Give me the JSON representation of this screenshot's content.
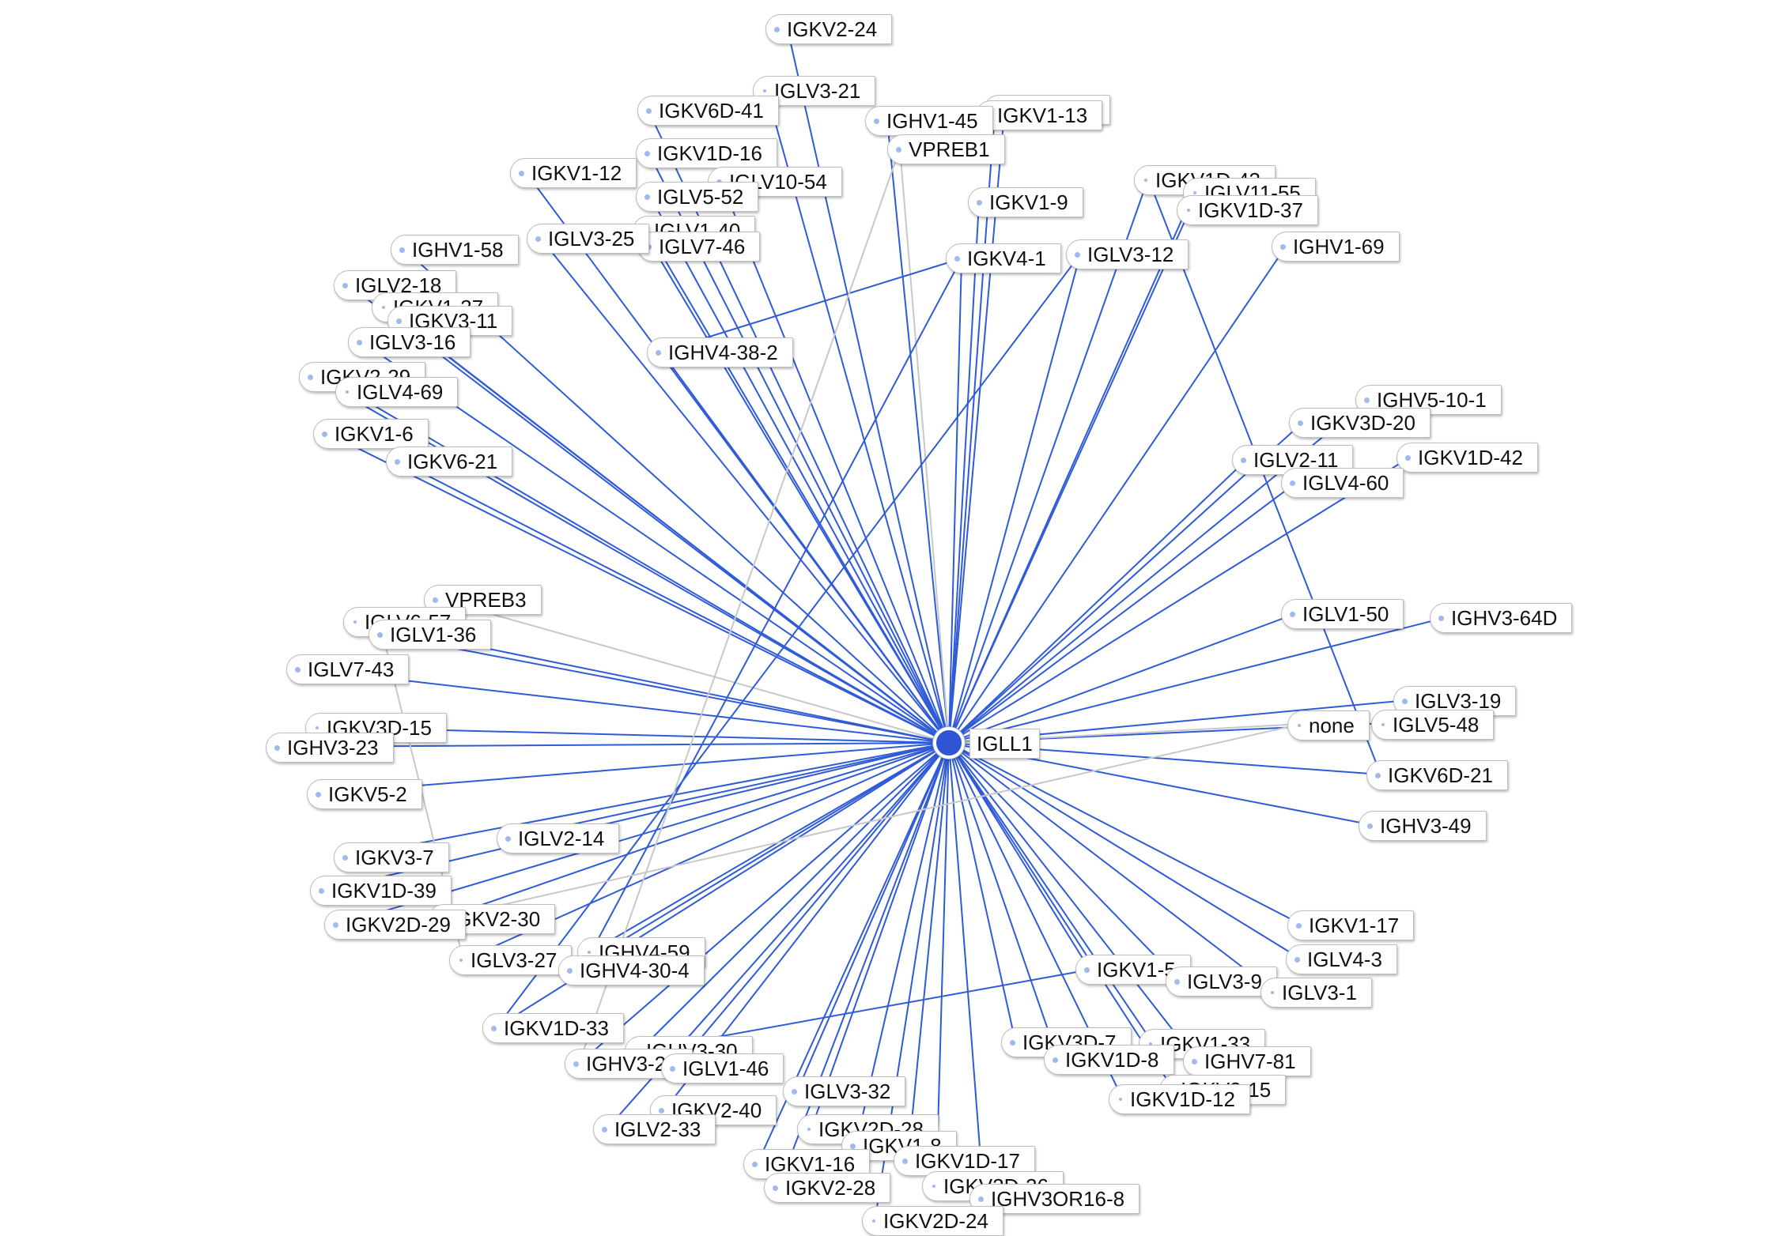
{
  "graph": {
    "hub": {
      "label": "IGLL1"
    },
    "colors": {
      "edge": "#2f5bd6",
      "edge_weak": "#c8c8c8",
      "hub": "#2f55d4",
      "node_dot": "#9fb8ee"
    },
    "nodes": [
      "IGKV2-24",
      "IGLV3-21",
      "IGKV1-27",
      "IGKV1-13",
      "IGKV6D-41",
      "IGHV1-45",
      "VPREB1",
      "IGKV1D-16",
      "IGKV1-12",
      "IGLV10-54",
      "IGLV5-52",
      "IGKV1-9",
      "IGKV1D-43",
      "IGLV11-55",
      "IGKV1D-37",
      "IGLV1-40",
      "IGLV7-46",
      "IGLV3-25",
      "IGHV1-58",
      "IGKV4-1",
      "IGLV3-12",
      "IGHV1-69",
      "IGLV2-18",
      "IGKV1-37",
      "IGKV3-11",
      "IGLV3-16",
      "IGHV4-38-2",
      "IGKV2-29",
      "IGLV4-69",
      "IGHV5-10-1",
      "IGKV3D-20",
      "IGKV1-6",
      "IGLV2-11",
      "IGKV1D-42",
      "IGKV6-21",
      "IGLV4-60",
      "VPREB3",
      "IGLV6-57",
      "IGLV1-36",
      "IGLV1-50",
      "IGHV3-64D",
      "IGLV7-43",
      "IGLV3-19",
      "IGLV5-48",
      "none",
      "IGKV3D-15",
      "IGHV3-23",
      "IGKV6D-21",
      "IGKV5-2",
      "IGHV3-49",
      "IGLV2-14",
      "IGKV3-7",
      "IGKV1D-39",
      "IGKV2-30",
      "IGKV2D-29",
      "IGKV1-17",
      "IGHV4-59",
      "IGLV3-27",
      "IGHV4-30-4",
      "IGLV4-3",
      "IGKV1-5",
      "IGLV3-9",
      "IGLV3-1",
      "IGKV1D-33",
      "IGHV3-30",
      "IGKV3D-7",
      "IGKV1-33",
      "IGKV1D-8",
      "IGHV7-81",
      "IGHV3-20",
      "IGLV1-46",
      "IGLV3-32",
      "IGKV3-15",
      "IGKV1D-12",
      "IGKV2-40",
      "IGLV2-33",
      "IGKV2D-28",
      "IGKV1-8",
      "IGKV1D-17",
      "IGKV1-16",
      "IGKV2-28",
      "IGKV2D-26",
      "IGHV3OR16-8",
      "IGKV2D-24"
    ]
  }
}
